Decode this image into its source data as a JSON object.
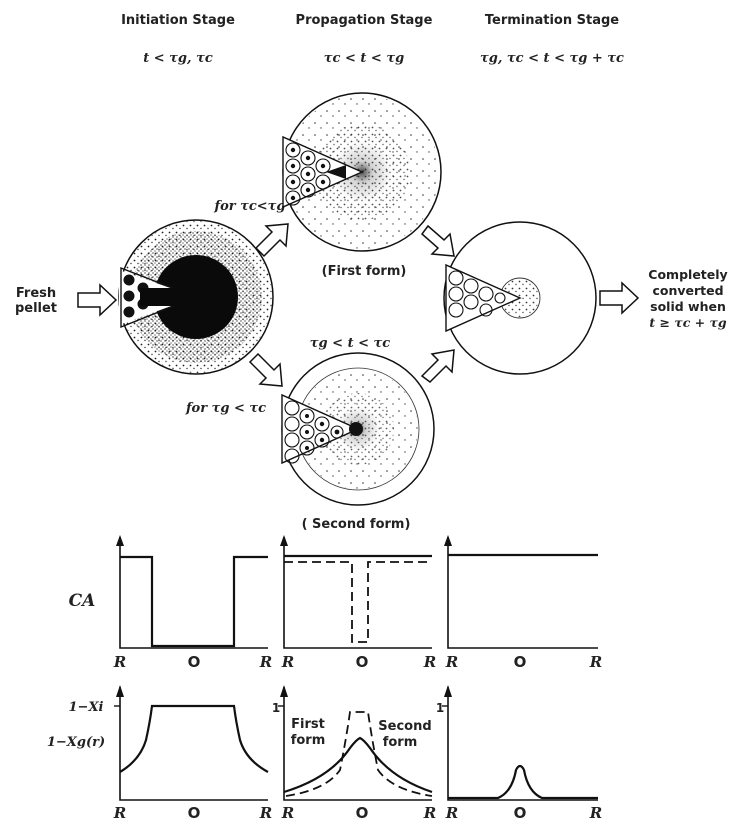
{
  "stages": {
    "initiation": {
      "title": "Initiation Stage",
      "condition": "t < τg, τc"
    },
    "propagation": {
      "title": "Propagation Stage",
      "condition": "τc < t < τg"
    },
    "termination": {
      "title": "Termination Stage",
      "condition": "τg, τc < t < τg + τc"
    }
  },
  "branches": {
    "upper": "for τc<τg",
    "lower": "for τg < τc",
    "first_form": "(First form)",
    "second_form_cond": "τg < t < τc",
    "second_form": "( Second form)"
  },
  "input_label": {
    "line1": "Fresh",
    "line2": "pellet"
  },
  "output_label": {
    "line1": "Completely",
    "line2": "converted",
    "line3": "solid when",
    "line4": "t ≥ τc + τg"
  },
  "graphs": {
    "row1_ylabel": "CA",
    "row2_ylabels": {
      "top": "1−Xi",
      "bottom": "1−Xg(r)",
      "one": "1"
    },
    "x_ticks": [
      "R",
      "O",
      "R"
    ],
    "curve_labels": {
      "first": "First",
      "first2": "form",
      "second": "Second",
      "second2": "form"
    }
  }
}
